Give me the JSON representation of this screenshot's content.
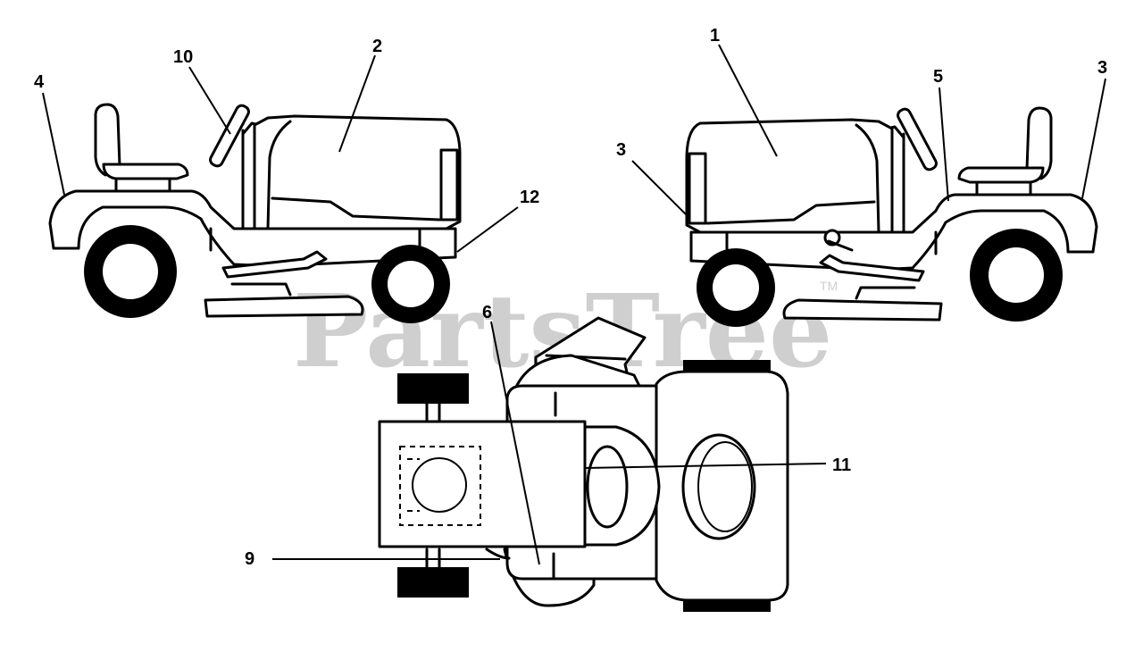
{
  "watermark": {
    "text": "PartsTree",
    "trademark": "TM",
    "color": "#cfcfcf"
  },
  "callouts": {
    "c1": "1",
    "c2": "2",
    "c3a": "3",
    "c3b": "3",
    "c4": "4",
    "c5": "5",
    "c6": "6",
    "c9": "9",
    "c10": "10",
    "c11": "11",
    "c12": "12"
  }
}
